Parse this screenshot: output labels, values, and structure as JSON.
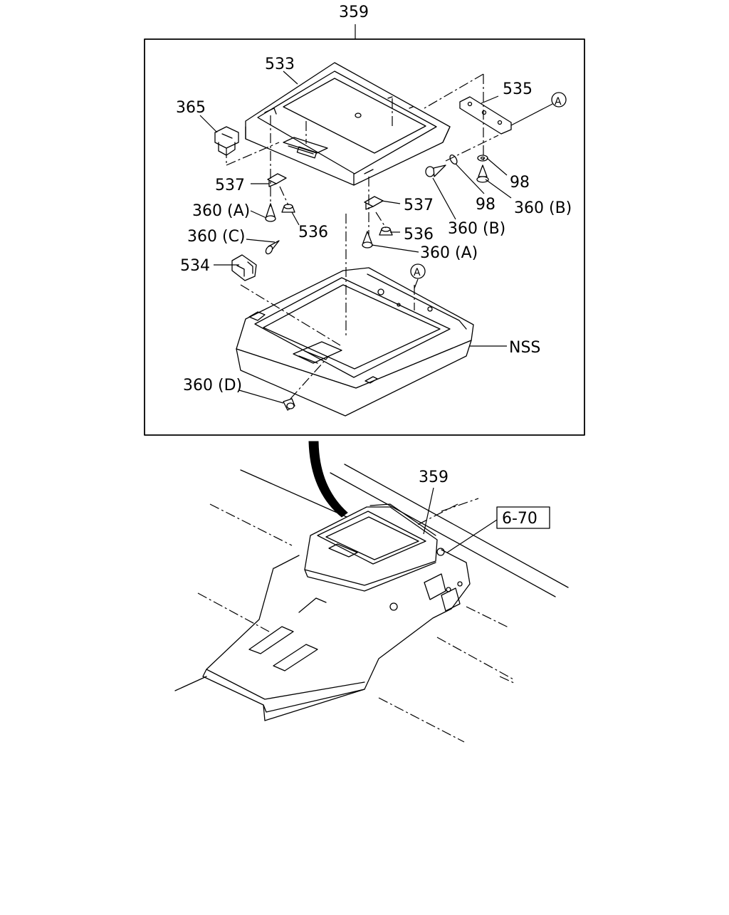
{
  "diagram": {
    "callouts": {
      "main_assembly_top": "359",
      "lid": "533",
      "switch": "365",
      "bracket_right": "535",
      "ref_a_top": "A",
      "clip_left": "537",
      "clip_right": "537",
      "screw_a_left": "360 (A)",
      "screw_a_right": "360 (A)",
      "bumper_left": "536",
      "bumper_right": "536",
      "screw_c": "360 (C)",
      "latch": "534",
      "washer_left": "98",
      "washer_right": "98",
      "screw_b_left": "360 (B)",
      "screw_b_right": "360 (B)",
      "ref_a_box": "A",
      "console_box": "NSS",
      "screw_d": "360 (D)",
      "assembly_lower": "359",
      "page_ref": "6-70"
    }
  }
}
